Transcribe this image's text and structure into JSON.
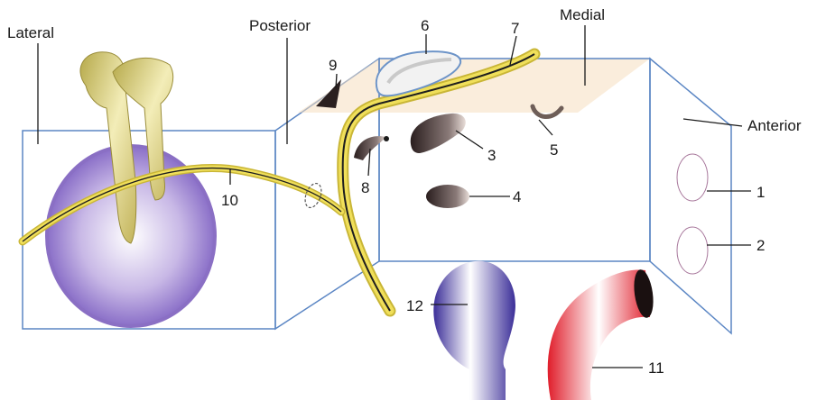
{
  "direction_labels": {
    "lateral": "Lateral",
    "posterior": "Posterior",
    "medial": "Medial",
    "anterior": "Anterior"
  },
  "number_labels": {
    "n1": "1",
    "n2": "2",
    "n3": "3",
    "n4": "4",
    "n5": "5",
    "n6": "6",
    "n7": "7",
    "n8": "8",
    "n9": "9",
    "n10": "10",
    "n11": "11",
    "n12": "12"
  },
  "colors": {
    "wall_top": "#f5dcb8",
    "wall_bottom": "#d97cb3",
    "anterior_wall": "#d05ab0",
    "edge": "#5b86c4",
    "nerve": "#e8d24a",
    "membrane": "#8a6fc4",
    "ossicle": "#c8bb6a",
    "carotid": "#e0242e",
    "jugular": "#4a3fa0"
  }
}
